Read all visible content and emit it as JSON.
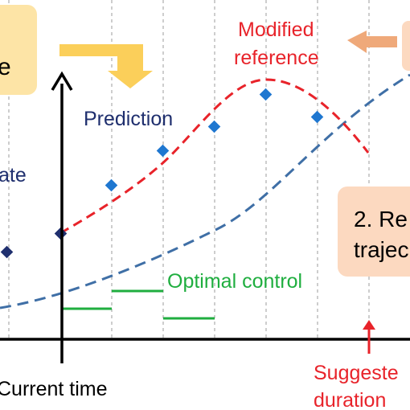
{
  "labels": {
    "box1_fragment": "e",
    "prediction": "Prediction",
    "state_fragment": "ate",
    "modified_ref_line1": "Modified",
    "modified_ref_line2": "reference",
    "optimal_control": "Optimal control",
    "current_time": "Current time",
    "suggested_line1": "Suggeste",
    "suggested_line2": "duration",
    "box2_line1": "2. Re",
    "box2_line2": "trajec"
  },
  "colors": {
    "prediction_text": "#1f2f6e",
    "red": "#e8232a",
    "green": "#1fae3f",
    "diamond_blue": "#1f77d0",
    "diamond_dark": "#1f2f6e",
    "reference_curve": "#3f6fa6",
    "box1_fill": "#fde4a6",
    "box2_fill": "#fcd9c0",
    "arrow_yellow": "#fbcf5a",
    "arrow_orange": "#efa97a",
    "axis": "#000000",
    "grid": "#b8b8b8"
  },
  "icons": {
    "yellow_arrow": "bent-arrow-down-icon",
    "orange_arrow": "left-arrow-icon",
    "red_marker": "up-arrow-icon"
  }
}
